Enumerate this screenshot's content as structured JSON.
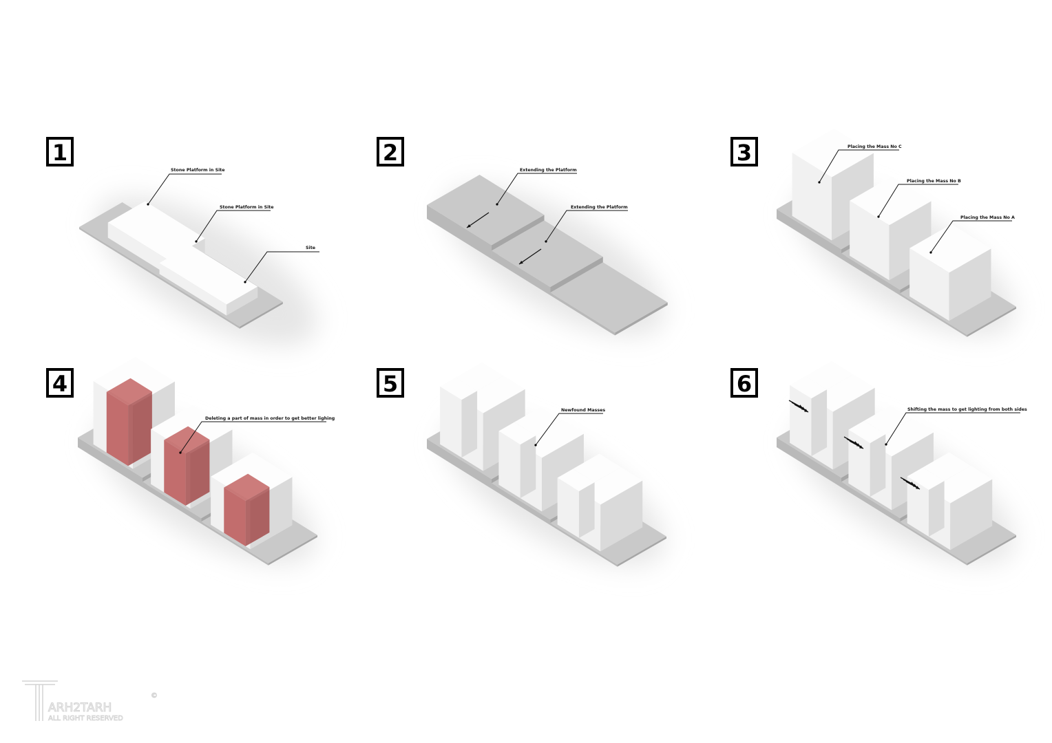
{
  "steps": [
    {
      "number": "1",
      "labels": [
        "Stone Platform in Site",
        "Stone Platform in Site",
        "Site"
      ]
    },
    {
      "number": "2",
      "labels": [
        "Extending the Platform",
        "Extending the Platform"
      ]
    },
    {
      "number": "3",
      "labels": [
        "Placing the Mass No C",
        "Placing the Mass No B",
        "Placing the Mass No A"
      ]
    },
    {
      "number": "4",
      "labels": [
        "Deleting a part of mass in order to get better lighing"
      ]
    },
    {
      "number": "5",
      "labels": [
        "Newfound Masses"
      ]
    },
    {
      "number": "6",
      "labels": [
        "Shifting the mass to get lighting from both sides"
      ]
    }
  ],
  "logo": {
    "name": "ARH2TARH",
    "subtitle": "ALL RIGHT RESERVED",
    "copyright": "©"
  },
  "colors": {
    "mass": "#fbfbfb",
    "platform": "#c8c8c8",
    "deleted": "#b03a3a"
  }
}
